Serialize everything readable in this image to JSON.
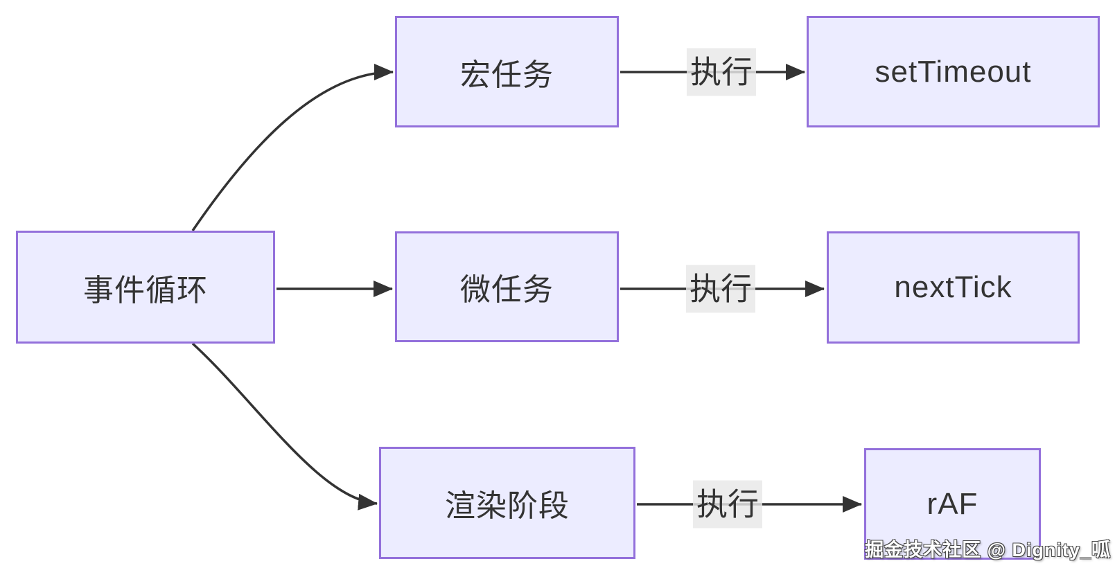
{
  "diagram": {
    "nodes": {
      "event_loop": {
        "label": "事件循环"
      },
      "macro_task": {
        "label": "宏任务"
      },
      "micro_task": {
        "label": "微任务"
      },
      "render_phase": {
        "label": "渲染阶段"
      },
      "set_timeout": {
        "label": "setTimeout"
      },
      "next_tick": {
        "label": "nextTick"
      },
      "raf": {
        "label": "rAF"
      }
    },
    "edge_labels": {
      "macro_exec": "执行",
      "micro_exec": "执行",
      "render_exec": "执行"
    },
    "watermark": "掘金技术社区 @ Dignity_呱",
    "colors": {
      "node_fill": "#ECECFF",
      "node_border": "#9370DB",
      "edge": "#333333",
      "edge_label_bg": "#E8E8E8",
      "text": "#333333",
      "watermark_text": "#FFFFFF"
    }
  }
}
